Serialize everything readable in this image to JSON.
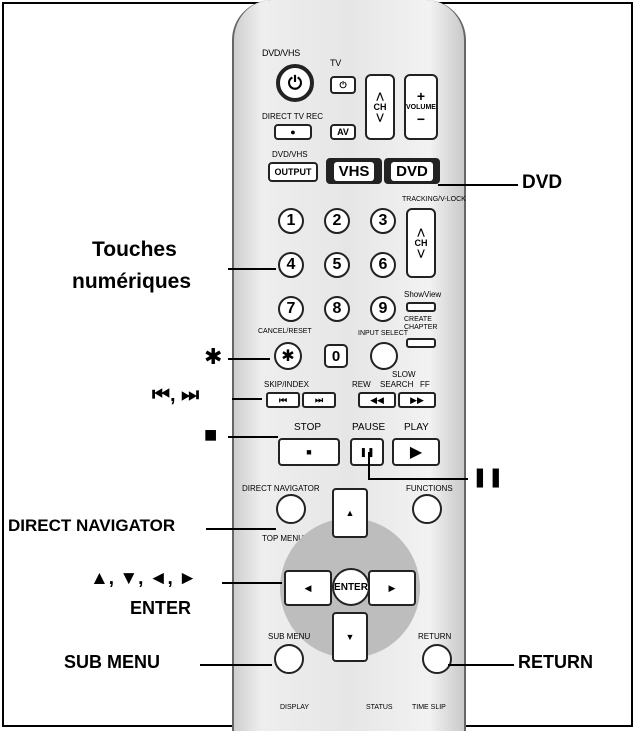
{
  "remote": {
    "power_label": "DVD/VHS",
    "tv_label": "TV",
    "direct_tv_rec": "DIRECT TV REC",
    "ch": "CH",
    "volume": "VOLUME",
    "av": "AV",
    "output_label": "DVD/VHS",
    "output": "OUTPUT",
    "vhs": "VHS",
    "dvd": "DVD",
    "tracking": "TRACKING/V-LOCK",
    "digits": [
      "1",
      "2",
      "3",
      "4",
      "5",
      "6",
      "7",
      "8",
      "9",
      "0"
    ],
    "cancel_reset": "CANCEL/RESET",
    "input_select": "INPUT SELECT",
    "showview": "ShowView",
    "create_chapter": "CREATE CHAPTER",
    "skip_index": "SKIP/INDEX",
    "slow": "SLOW",
    "rew": "REW",
    "search": "SEARCH",
    "ff": "FF",
    "stop": "STOP",
    "pause": "PAUSE",
    "play": "PLAY",
    "direct_navigator": "DIRECT NAVIGATOR",
    "functions": "FUNCTIONS",
    "top_menu": "TOP MENU",
    "enter": "ENTER",
    "sub_menu": "SUB MENU",
    "return": "RETURN",
    "display": "DISPLAY",
    "status": "STATUS",
    "time_slip": "TIME SLIP"
  },
  "callouts": {
    "dvd": "DVD",
    "numeric_1": "Touches",
    "numeric_2": "numériques",
    "star": "✱",
    "skip": "⏮, ⏭",
    "stop": "■",
    "pause": "❚❚",
    "direct_navigator": "DIRECT NAVIGATOR",
    "arrows": "▲, ▼, ◄, ►",
    "enter": "ENTER",
    "sub_menu": "SUB MENU",
    "return": "RETURN"
  }
}
